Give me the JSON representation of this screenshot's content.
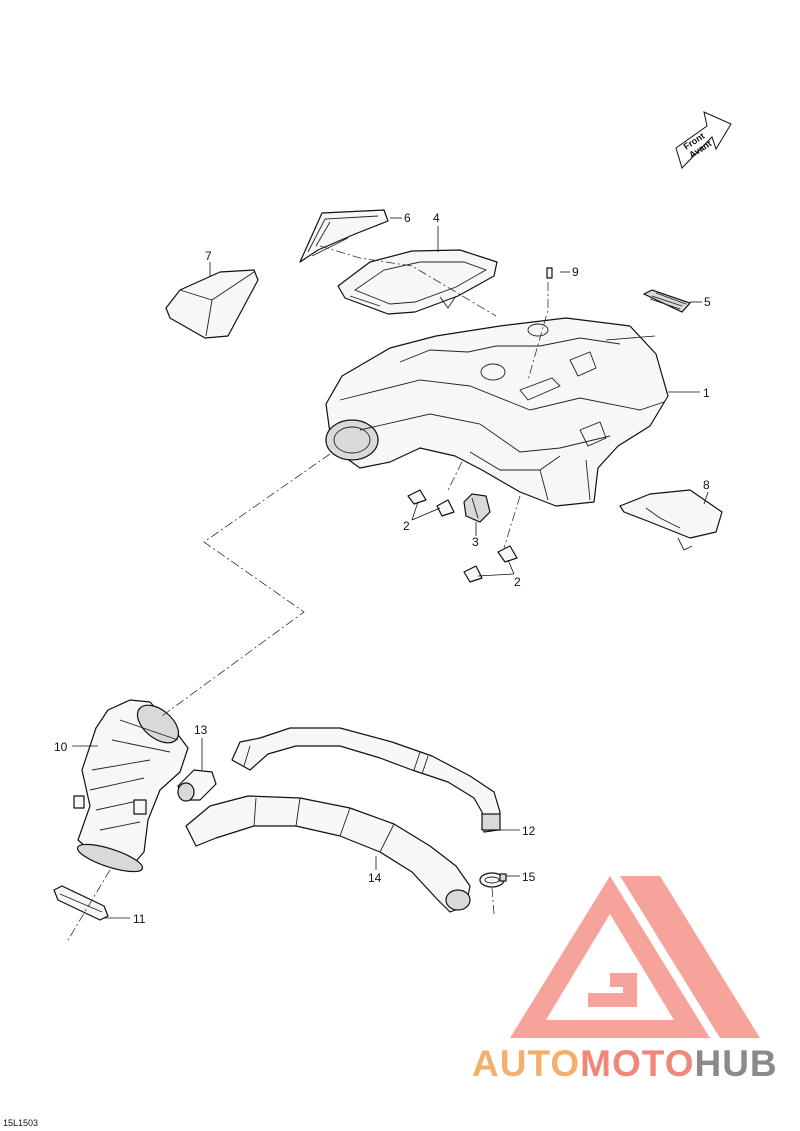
{
  "diagram": {
    "direction_lines": [
      "Front",
      "Avant"
    ],
    "figure_code": "15L1503",
    "callouts": {
      "n1": "1",
      "n2a": "2",
      "n2b": "2",
      "n3": "3",
      "n4": "4",
      "n5": "5",
      "n6": "6",
      "n7": "7",
      "n8": "8",
      "n9": "9",
      "n10": "10",
      "n11": "11",
      "n12": "12",
      "n13": "13",
      "n14": "14",
      "n15": "15"
    }
  },
  "watermark": {
    "part1": "AUTO",
    "part2": "MOTO",
    "part3": "HUB",
    "colors": {
      "auto": "#f4b06a",
      "moto": "#f0877b",
      "hub": "#8a8a8a",
      "triangle": "#f3938a"
    }
  }
}
